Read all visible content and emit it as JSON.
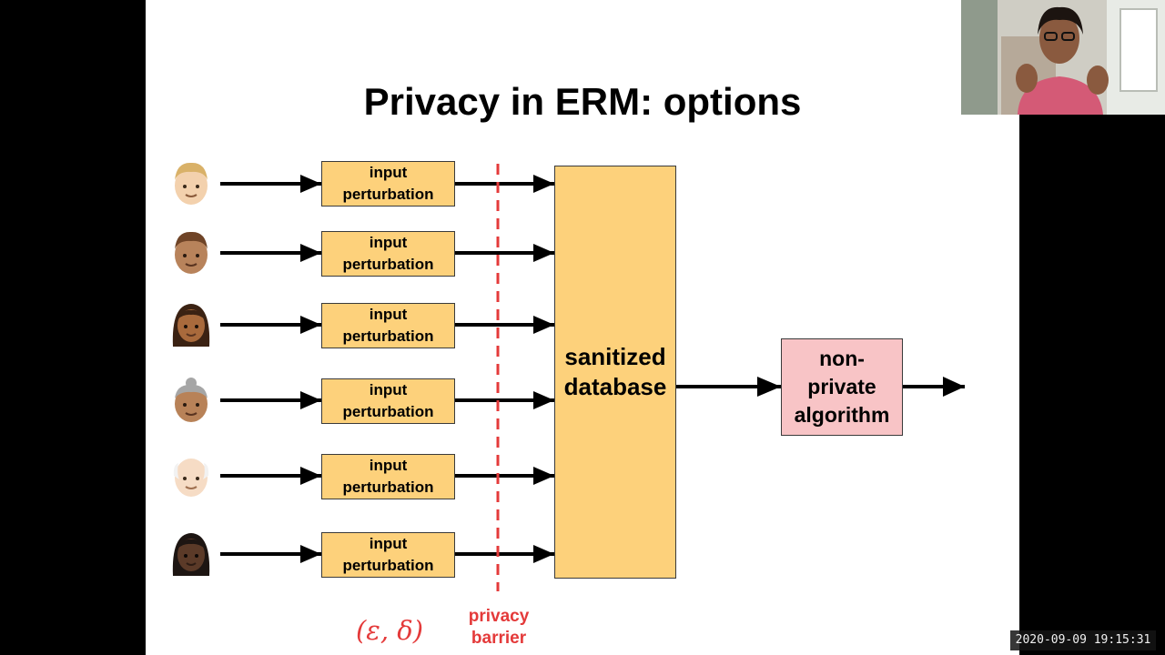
{
  "slide": {
    "title": "Privacy in ERM: options",
    "input_box": {
      "line1": "input",
      "line2": "perturbation"
    },
    "database": {
      "line1": "sanitized",
      "line2": "database"
    },
    "algorithm": {
      "line1": "non-",
      "line2": "private",
      "line3": "algorithm"
    },
    "epsilon_delta_label": "(ε, δ)",
    "privacy_barrier": {
      "line1": "privacy",
      "line2": "barrier"
    },
    "rows": [
      {
        "icon": "person-blond-icon",
        "skin": "#f3d1ad",
        "hair": "#d9b168"
      },
      {
        "icon": "person-brown-icon",
        "skin": "#b8835b",
        "hair": "#6f4427"
      },
      {
        "icon": "person-long-hair-icon",
        "skin": "#a96a3c",
        "hair": "#3b2213"
      },
      {
        "icon": "older-woman-icon",
        "skin": "#b88258",
        "hair": "#a6a6a6"
      },
      {
        "icon": "older-man-icon",
        "skin": "#f6dcc5",
        "hair": "#f2f2f2"
      },
      {
        "icon": "woman-dark-icon",
        "skin": "#5b3a28",
        "hair": "#1d1512"
      }
    ],
    "colors": {
      "box_fill": "#fdd17b",
      "algorithm_fill": "#f8c4c6",
      "barrier": "#e43a3a"
    }
  },
  "webcam": {
    "icon": "presenter-video-icon"
  },
  "timestamp": "2020-09-09 19:15:31"
}
